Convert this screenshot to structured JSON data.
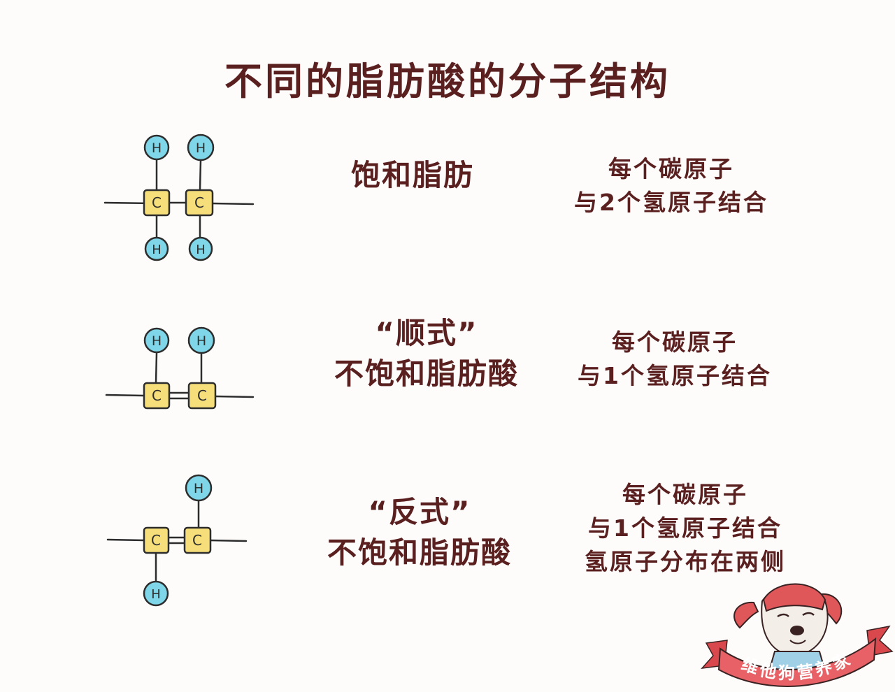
{
  "title": "不同的脂肪酸的分子结构",
  "atom_labels": {
    "hydrogen": "H",
    "carbon": "C"
  },
  "colors": {
    "text": "#5a1f1f",
    "hydrogen_fill": "#7fd6e8",
    "carbon_fill": "#f6df7a",
    "bond": "#2d2d2d",
    "mascot_red": "#e0575a",
    "mascot_ribbon": "#e86166"
  },
  "rows": [
    {
      "name_lines": [
        "饱和脂肪"
      ],
      "desc_lines": [
        "每个碳原子",
        "与2个氢原子结合"
      ]
    },
    {
      "name_lines": [
        "“顺式”",
        "不饱和脂肪酸"
      ],
      "desc_lines": [
        "每个碳原子",
        "与1个氢原子结合"
      ]
    },
    {
      "name_lines": [
        "“反式”",
        "不饱和脂肪酸"
      ],
      "desc_lines": [
        "每个碳原子",
        "与1个氢原子结合",
        "氢原子分布在两侧"
      ]
    }
  ],
  "mascot": {
    "banner_text": "维他狗营养家",
    "icon": "dog-mascot-icon"
  }
}
